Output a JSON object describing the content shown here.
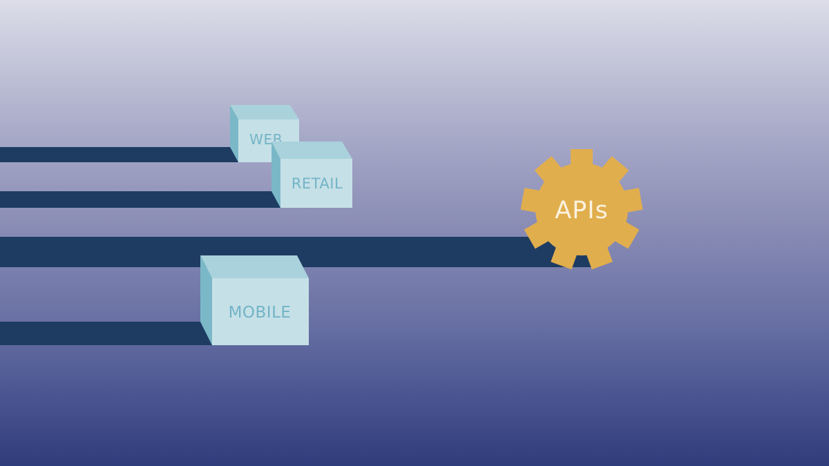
{
  "colors": {
    "track": "#1e3c62",
    "box_front": "#c6e0e7",
    "box_top": "#a9d2dc",
    "box_side": "#7ab8c8",
    "box_text": "#72b4c6",
    "gear": "#e1ae4e",
    "gear_text": "#fbf2de"
  },
  "boxes": {
    "web": {
      "label": "WEB"
    },
    "retail": {
      "label": "RETAIL"
    },
    "mobile": {
      "label": "MOBILE"
    }
  },
  "gear": {
    "label": "APIs",
    "icon": "gear-icon"
  }
}
